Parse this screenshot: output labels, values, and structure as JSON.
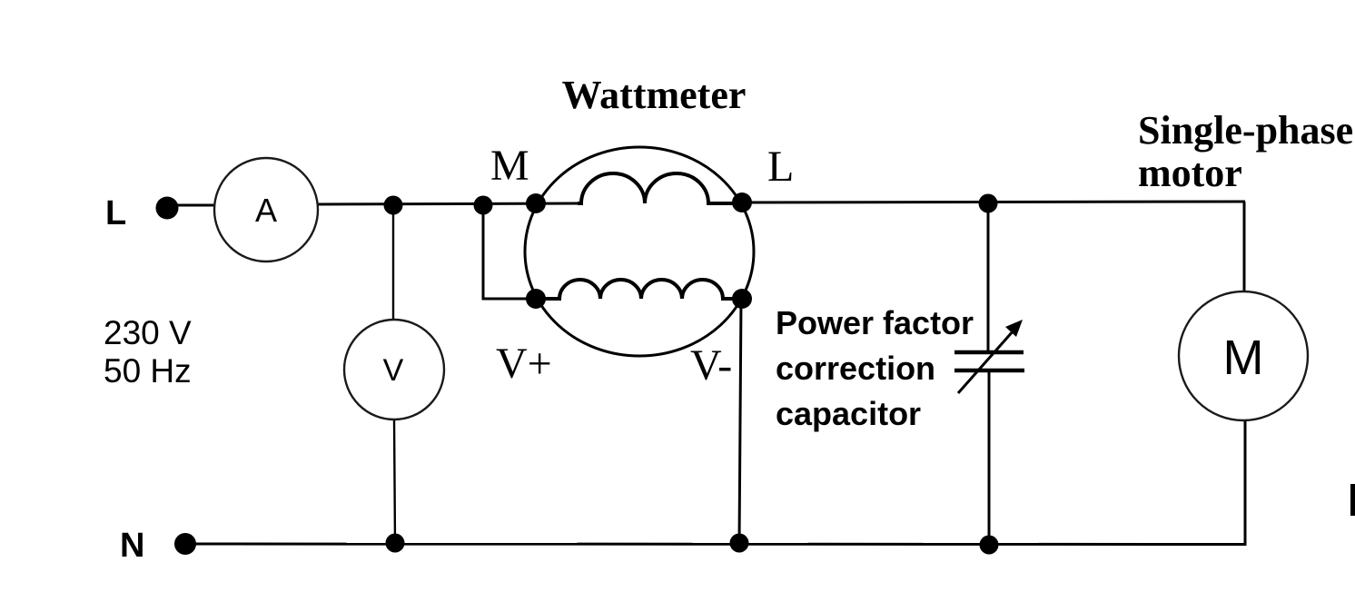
{
  "colors": {
    "ink": "#000000",
    "background": "#ffffff"
  },
  "supply": {
    "line_terminal": "L",
    "neutral_terminal": "N",
    "voltage": "230 V",
    "frequency": "50 Hz"
  },
  "ammeter": {
    "symbol": "A"
  },
  "voltmeter": {
    "symbol": "V"
  },
  "wattmeter": {
    "title": "Wattmeter",
    "terminal_m": "M",
    "terminal_l": "L",
    "terminal_v_plus": "V+",
    "terminal_v_minus": "V-"
  },
  "capacitor": {
    "label_lines": [
      "Power factor",
      "correction",
      "capacitor"
    ]
  },
  "motor": {
    "symbol": "M",
    "label_lines": [
      "Single-phase",
      "motor"
    ]
  }
}
